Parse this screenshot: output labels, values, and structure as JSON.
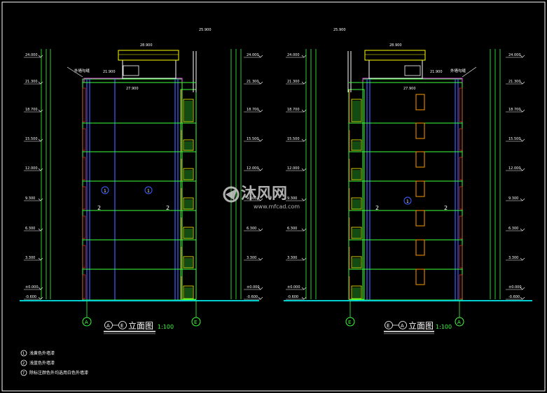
{
  "drawing": {
    "left_view": {
      "title": "立面图",
      "scale": "1:100",
      "axis_start": "A",
      "axis_end": "E",
      "top_callout": "外墙勾缝",
      "level_labels": [
        "24.000",
        "21.300",
        "18.700",
        "15.500",
        "12.000",
        "9.300",
        "6.300",
        "3.300",
        "±0.000",
        "-0.600"
      ],
      "roof_dims": [
        "28.900",
        "25.900",
        "27.900",
        "21.900"
      ],
      "callouts": [
        "1",
        "1",
        "2",
        "2"
      ]
    },
    "right_view": {
      "title": "立面图",
      "scale": "1:100",
      "axis_start": "E",
      "axis_end": "A",
      "top_callout": "外墙勾缝",
      "level_labels": [
        "24.000",
        "21.300",
        "18.700",
        "15.500",
        "12.000",
        "9.300",
        "6.300",
        "3.300",
        "±0.000",
        "-0.600"
      ],
      "roof_dims": [
        "28.900",
        "25.900",
        "27.900",
        "21.900"
      ],
      "callouts": [
        "2",
        "1",
        "2"
      ]
    },
    "legend": [
      {
        "num": "1",
        "text": "浅黄色外墙漆"
      },
      {
        "num": "2",
        "text": "浅蓝色外墙漆"
      },
      {
        "num": "7",
        "text": "除标注颜色外均选用白色外墙漆"
      }
    ],
    "watermark": {
      "brand": "沐风网",
      "url": "www.mfcad.com"
    },
    "colors": {
      "green": "#3cff3c",
      "yellow": "#ffff00",
      "blue": "#3f5fff",
      "white": "#ffffff",
      "cyan": "#00d0d0",
      "red": "#ff3030",
      "magenta": "#ff40ff",
      "orange": "#ff9900"
    }
  }
}
